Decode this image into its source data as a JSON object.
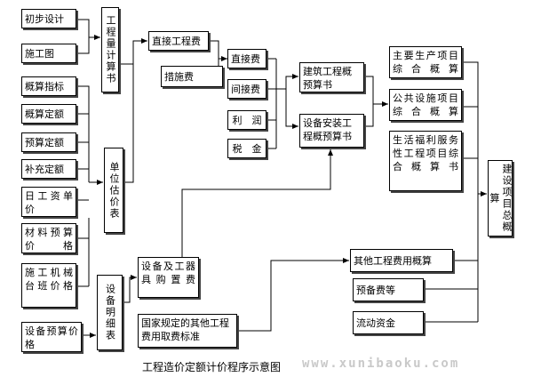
{
  "nodes": {
    "preliminary_design": "初步设计",
    "construction_drawing": "施工图",
    "quantity_calc_book": "工程量计算书",
    "budget_indicators": "概算指标",
    "budget_quotas": "概算定额",
    "estimate_quotas": "预算定额",
    "supplementary_quotas": "补充定额",
    "daily_wage": "日工资单价",
    "material_price": "材料预算价格",
    "machine_shift_price": "施工机械台班价格",
    "equipment_price": "设备预算价格",
    "unit_valuation_table": "单位估价表",
    "equipment_list": "设备明细表",
    "direct_engineering_cost": "直接工程费",
    "measures_cost": "措施费",
    "direct_cost": "直接费",
    "indirect_cost": "间接费",
    "profit": "利　润",
    "tax": "税　金",
    "equipment_purchase_cost": "设备及工器具购置费",
    "national_fee_standard": "国家规定的其他工程费用取费标准",
    "building_works_budget": "建筑工程概预算书",
    "equipment_install_budget": "设备安装工程概预算书",
    "main_production_budget": "主要生产项目综合概算",
    "public_facility_budget": "公共设施项目综合概算",
    "welfare_budget": "生活福利服务性工程项目综合概算书",
    "construction_project_budget": "建设项目总概算",
    "other_costs_budget": "其他工程费用概算",
    "reserve_fund": "预备费等",
    "working_capital": "流动资金"
  },
  "caption": "工程造价定额计价程序示意图",
  "watermark": "www.xunibaoku.com",
  "line_color": "#000000"
}
